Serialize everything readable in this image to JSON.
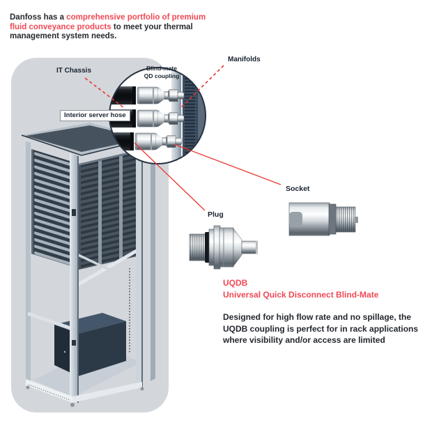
{
  "header": {
    "line1_dark": "Danfoss has a ",
    "line1_red": "comprehensive portfolio of premium",
    "line2_red": "fluid conveyance products",
    "line2_dark": " to meet your thermal",
    "line3_dark": "management system needs."
  },
  "callouts": {
    "it_chassis": "IT Chassis",
    "manifolds": "Manifolds",
    "blind_mate_line1": "Blind-mate",
    "blind_mate_line2": "QD coupling",
    "interior_server_hose": "Interior server hose",
    "plug": "Plug",
    "socket": "Socket"
  },
  "product": {
    "code": "UQDB",
    "name": "Universal Quick Disconnect Blind-Mate",
    "desc_line1": "Designed for high flow rate and no spillage, the",
    "desc_line2": "UQDB coupling is perfect for in rack applications",
    "desc_line3": "where visibility and/or access are limited"
  },
  "colors": {
    "accent_red_text": "#ef4954",
    "leader_line_red": "#e8372f",
    "panel_gray": "#d3d6db",
    "label_dark": "#18222e"
  }
}
